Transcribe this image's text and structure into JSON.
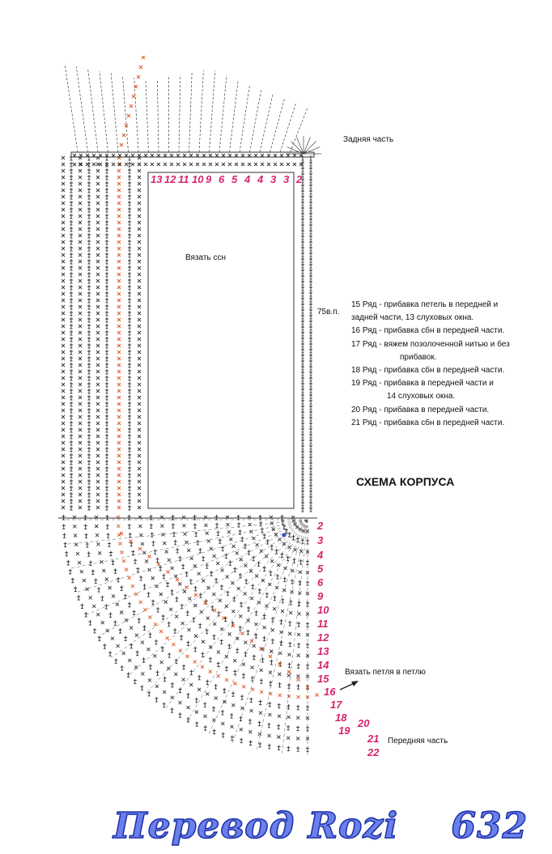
{
  "labels": {
    "back_part": "Задняя часть",
    "knit_ssn": "Вязать ссн",
    "chain_count": "75в.п.",
    "loop_in_loop": "Вязать петля в петлю",
    "front_part": "Передняя часть",
    "scheme_title": "СХЕМА КОРПУСА"
  },
  "notes": [
    "15 Ряд - прибавка петель в передней и",
    "задней части, 13 слуховых окна.",
    "16 Ряд - прибавка сбн в передней части.",
    "17 Ряд - вяжем позолоченной нитью и без",
    "прибавок.",
    "18 Ряд - прибавка сбн в передней части.",
    "19 Ряд - прибавка в передней части и",
    "14 слуховых окна.",
    "20 Ряд - прибавка в передней части.",
    "21 Ряд - прибавка сбн в передней части."
  ],
  "top_row_numbers": [
    "13",
    "12",
    "11",
    "10",
    "9",
    "6",
    "5",
    "4",
    "4",
    "3",
    "3",
    "2"
  ],
  "side_row_numbers": [
    "2",
    "3",
    "4",
    "5",
    "6",
    "9",
    "10",
    "11",
    "12",
    "13",
    "14",
    "15",
    "16",
    "17",
    "18",
    "19",
    "20",
    "21",
    "22"
  ],
  "footer": "Перевод Rozi    632",
  "colors": {
    "row_number": "#d6246e",
    "accent_stitch": "#e0521c",
    "stitch": "#333333",
    "footer_fill": "#6a7fe8",
    "footer_stroke": "#1c2fa8"
  }
}
